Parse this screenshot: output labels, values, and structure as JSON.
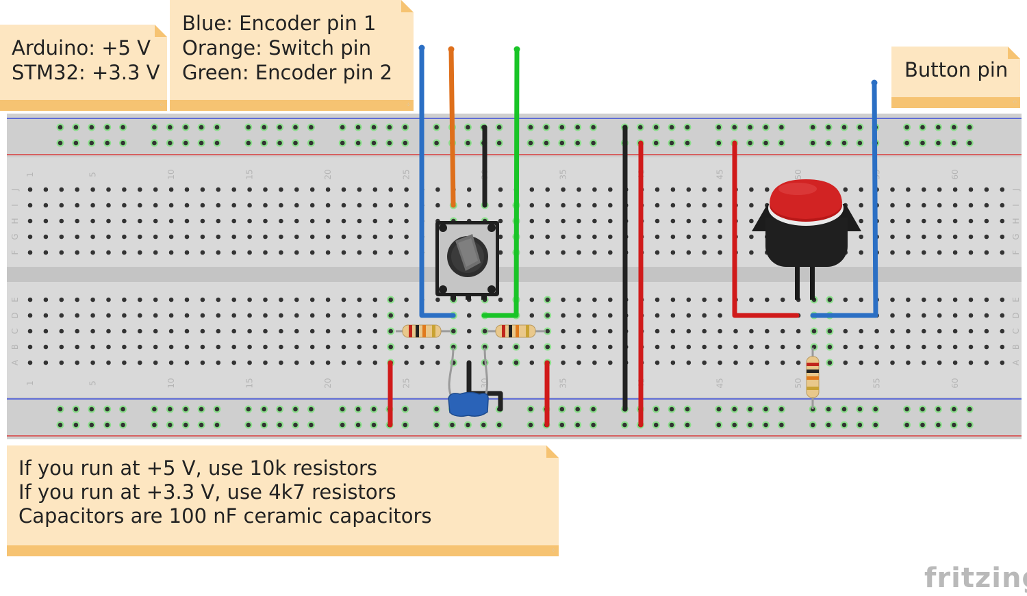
{
  "notes": {
    "power": {
      "lines": [
        "Arduino: +5 V",
        "STM32: +3.3 V"
      ]
    },
    "colors": {
      "lines": [
        "Blue: Encoder pin 1",
        "Orange: Switch pin",
        "Green: Encoder pin 2"
      ]
    },
    "button": {
      "lines": [
        "Button pin"
      ]
    },
    "resistors": {
      "lines": [
        "If you run at +5 V, use 10k resistors",
        "If you run at +3.3 V, use 4k7 resistors",
        "Capacitors are 100 nF ceramic capacitors"
      ]
    }
  },
  "breadboard": {
    "column_numbers": [
      "1",
      "5",
      "10",
      "15",
      "20",
      "25",
      "30",
      "35",
      "40",
      "45",
      "50",
      "55",
      "60"
    ],
    "row_letters_top": [
      "J",
      "I",
      "H",
      "G",
      "F"
    ],
    "row_letters_bottom": [
      "E",
      "D",
      "C",
      "B",
      "A"
    ]
  },
  "colors": {
    "blue_wire": "#2b6fc4",
    "orange_wire": "#de6f1b",
    "green_wire": "#19c427",
    "red_wire": "#d01a1a",
    "black_wire": "#222222",
    "note_background": "#fde6c1",
    "note_bar": "#f6c372"
  },
  "logo": "fritzing"
}
